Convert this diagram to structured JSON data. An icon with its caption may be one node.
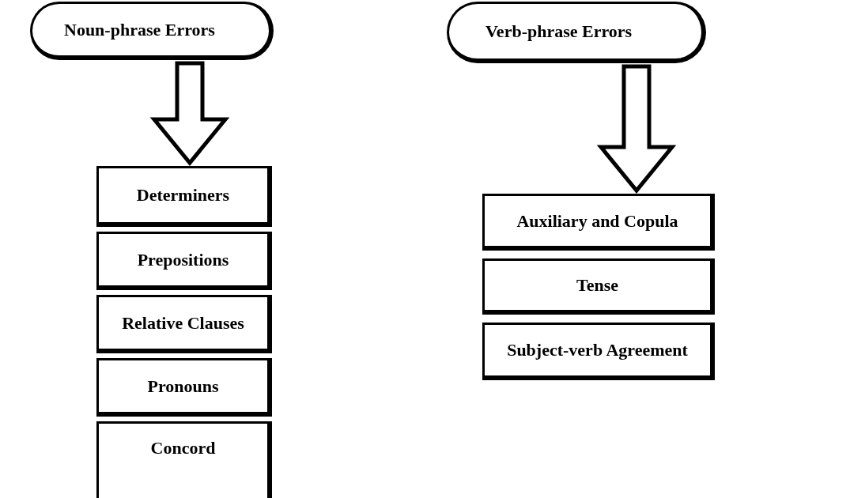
{
  "diagram": {
    "nodes": [
      {
        "text": [
          "Noun-phrase Errors"
        ]
      },
      {
        "text": [
          "Determiners"
        ]
      },
      {
        "text": [
          "Prepositions"
        ]
      },
      {
        "text": [
          "Relative Clauses"
        ]
      },
      {
        "text": [
          "Pronouns"
        ]
      },
      {
        "text": [
          "Concord"
        ]
      },
      {
        "text": [
          "Verb-phrase Errors"
        ]
      },
      {
        "text": [
          "Auxiliary and Copula"
        ]
      },
      {
        "text": [
          "Tense"
        ]
      },
      {
        "text": [
          "Subject-verb Agreement"
        ]
      }
    ],
    "edges": [
      {
        "from": 0,
        "to": 1,
        "arrow": "to",
        "style": "thick"
      },
      {
        "from": 6,
        "to": 7,
        "arrow": "to",
        "style": "thick"
      }
    ]
  }
}
